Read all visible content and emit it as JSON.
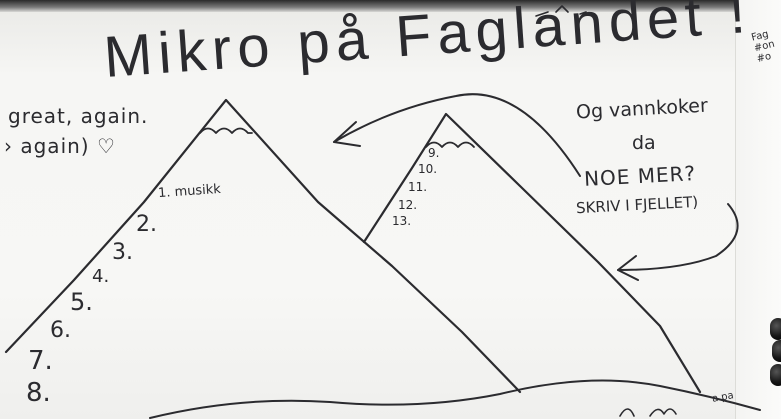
{
  "title": "Mikro på Faglandet !",
  "notes": {
    "great_again": "great, again.",
    "again_heart": "› again) ♡",
    "og_vannkoker": "Og vannkoker",
    "da": "da",
    "noe_mer": "NOE MER?",
    "skriv_i_fjellet": "SKRIV I FJELLET)"
  },
  "left_mountain_steps": [
    "1. musikk",
    "2.",
    "3.",
    "4.",
    "5.",
    "6.",
    "7.",
    "8."
  ],
  "right_mountain_steps": [
    "9.",
    "10.",
    "11.",
    "12.",
    "13."
  ],
  "corner_scribble": "Fag\n#on\n#o",
  "bottom_scribble": "a pa"
}
